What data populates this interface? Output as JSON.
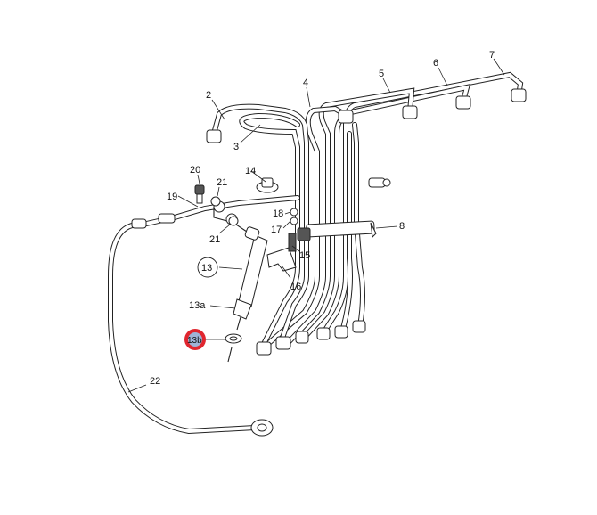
{
  "labels": {
    "l2": "2",
    "l3": "3",
    "l4": "4",
    "l5": "5",
    "l6": "6",
    "l7": "7",
    "l8": "8",
    "l13": "13",
    "l13a": "13a",
    "l13b": "13b",
    "l14": "14",
    "l15": "15",
    "l16": "16",
    "l17": "17",
    "l18": "18",
    "l19": "19",
    "l20": "20",
    "l21a": "21",
    "l21b": "21",
    "l22": "22"
  },
  "colors": {
    "highlight_ring": "#e0262f",
    "highlight_fill": "#9fb4d8",
    "line": "#222222"
  }
}
